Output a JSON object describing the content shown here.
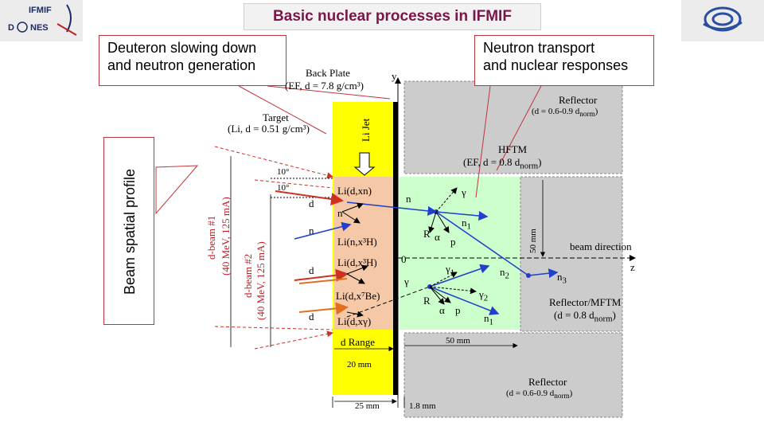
{
  "title": "Basic nuclear processes in IFMIF",
  "logos": {
    "left_name": "IFMIF-DONES",
    "right_name": "institutional logo"
  },
  "callouts": {
    "deuteron": [
      "Deuteron slowing down",
      "and neutron generation"
    ],
    "neutron": [
      "Neutron transport",
      "and nuclear responses"
    ],
    "beam": "Beam spatial profile"
  },
  "labels": {
    "back_plate": "Back Plate",
    "back_plate_spec": "(EF, d = 7.8 g/cm³)",
    "target": "Target",
    "target_spec": "(Li, d = 0.51 g/cm³)",
    "li_jet": "Li Jet",
    "reflector_top": "Reflector",
    "reflector_top_spec": "(d = 0.6-0.9 d",
    "reflector_top_sub": "norm",
    "hftm": "HFTM",
    "hftm_spec": "(EF, d = 0.8 d",
    "hftm_sub": "norm",
    "reflector_mftm": "Reflector/MFTM",
    "reflector_mftm_spec": "(d = 0.8 d",
    "reflector_mftm_sub": "norm",
    "reflector_bottom": "Reflector",
    "reflector_bottom_spec": "(d = 0.6-0.9 d",
    "reflector_bottom_sub": "norm",
    "beam_direction": "beam direction",
    "y_axis": "y",
    "z_axis": "z",
    "origin": "0",
    "angle_top": "10°",
    "angle_bottom": "10°",
    "dbeam1": "d-beam #1",
    "dbeam1_spec": "(40 MeV, 125 mA)",
    "dbeam2": "d-beam #2",
    "dbeam2_spec": "(40 MeV, 125 mA)",
    "d_range": "d Range",
    "dim_20mm": "20 mm",
    "dim_25mm": "25 mm",
    "dim_1_8mm": "1.8 mm",
    "dim_50mm_h": "50 mm",
    "dim_50mm_v": "50 mm"
  },
  "reactions": [
    "Li(d,xn)",
    "Li(n,x³H)",
    "Li(d,x³H)",
    "Li(d,x⁷Be)",
    "Li(d,xγ)"
  ],
  "particles": {
    "d1": "d",
    "n_left": "n",
    "d2": "d",
    "d3": "d",
    "n_small": "n",
    "n_a": "n",
    "gamma_a": "γ",
    "n1_a": "n",
    "n1_a_sub": "1",
    "R_a": "R",
    "alpha_a": "α",
    "p_a": "p",
    "n2": "n",
    "n2_sub": "2",
    "n3": "n",
    "n3_sub": "3",
    "gamma1": "γ",
    "gamma1_sub": "1",
    "gamma2": "γ",
    "gamma2_sub": "2",
    "gamma_b": "γ",
    "R_b": "R",
    "alpha_b": "α",
    "p_b": "p",
    "n1_b": "n",
    "n1_b_sub": "1"
  },
  "colors": {
    "title": "#7a1648",
    "li_target": "#ffff00",
    "reaction_zone": "#f5c8a8",
    "hftm": "#ccffcc",
    "reflector": "#cccccc",
    "neutron_track": "#1f3fcc",
    "deuteron_track": "#d03020",
    "callout_border": "#c0353a"
  }
}
